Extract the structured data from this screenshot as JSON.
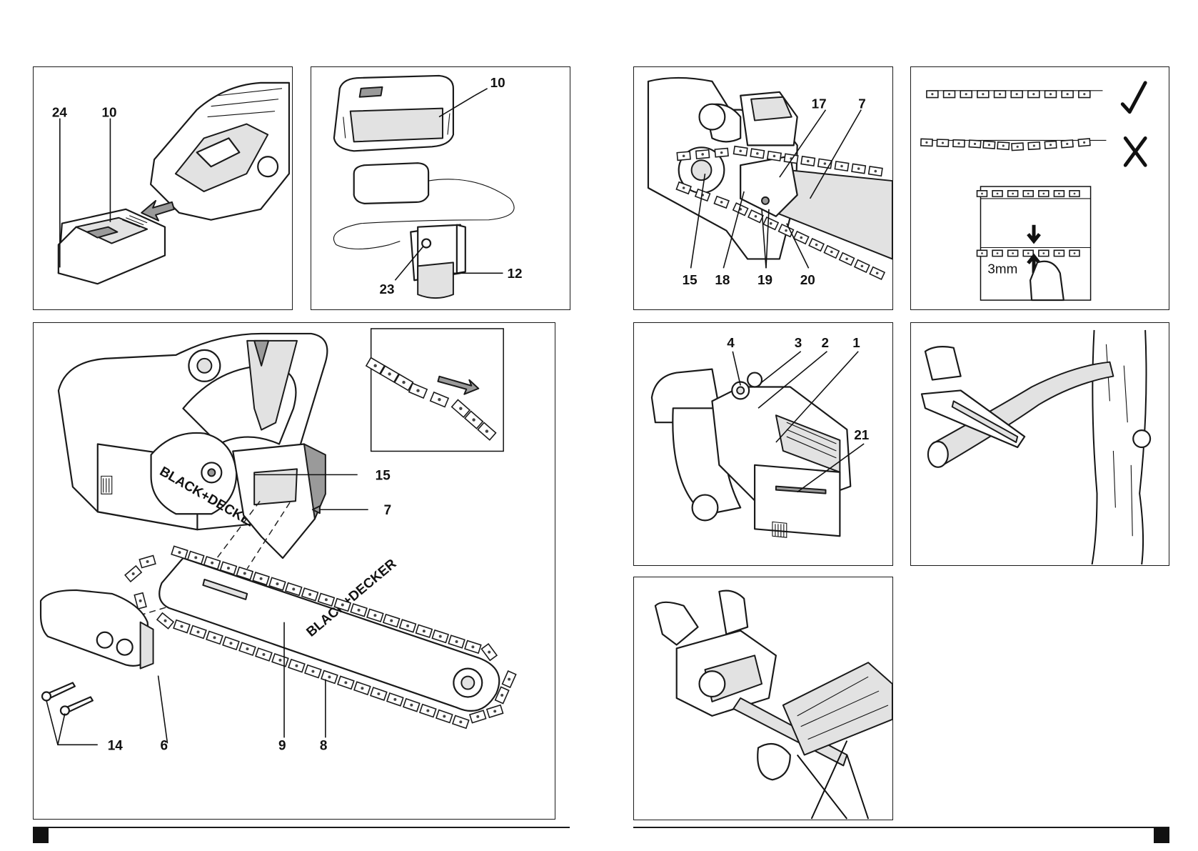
{
  "panels": {
    "battery_insert": {
      "callouts": [
        "24",
        "10"
      ]
    },
    "charger": {
      "callouts": [
        "10",
        "12",
        "23"
      ]
    },
    "assembly": {
      "callouts": [
        "15",
        "7",
        "14",
        "6",
        "9",
        "8"
      ]
    },
    "chain_tension": {
      "callouts": [
        "17",
        "7",
        "15",
        "18",
        "19",
        "20"
      ]
    },
    "chain_check": {
      "measurement": "3mm",
      "marks": {
        "correct": "check-mark-icon",
        "incorrect": "cross-mark-icon"
      }
    },
    "controls": {
      "callouts": [
        "4",
        "3",
        "2",
        "1",
        "21"
      ]
    },
    "pruning": {
      "callouts": []
    },
    "log_cutting": {
      "callouts": []
    }
  },
  "brand_text": "BLACK+DECKER",
  "colors": {
    "line": "#111111",
    "shade": "#e2e2e2",
    "dark": "#9a9a9a"
  }
}
